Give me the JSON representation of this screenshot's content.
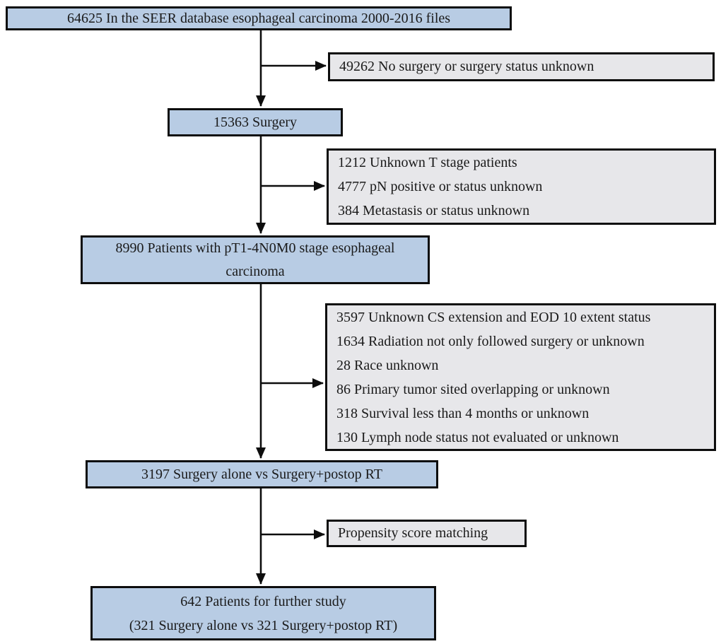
{
  "colors": {
    "box_blue": "#b8cce4",
    "box_gray": "#e7e7ea",
    "border": "#0d0d0d",
    "arrow": "#0d0d0d",
    "text": "#1a1a1a"
  },
  "flowchart": {
    "type": "patient-selection-flow-diagram",
    "boxes": {
      "seer": {
        "lines": [
          "64625 In the SEER database esophageal carcinoma 2000-2016 files"
        ]
      },
      "no_surgery": {
        "lines": [
          "49262 No surgery or surgery status unknown"
        ]
      },
      "surgery": {
        "lines": [
          "15363 Surgery"
        ]
      },
      "excl_stage": {
        "lines": [
          "1212 Unknown T stage patients",
          "4777 pN positive or status unknown",
          "384 Metastasis or status unknown"
        ]
      },
      "pt14n0m0": {
        "lines": [
          "8990 Patients with pT1-4N0M0 stage esophageal",
          "carcinoma"
        ]
      },
      "excl_other": {
        "lines": [
          "3597 Unknown CS extension and EOD 10 extent status",
          "1634 Radiation not only followed surgery or unknown",
          "28 Race unknown",
          "86 Primary tumor sited overlapping or unknown",
          "318 Survival less than 4 months or unknown",
          "130 Lymph node status not evaluated or unknown"
        ]
      },
      "comparison": {
        "lines": [
          "3197 Surgery alone vs Surgery+postop RT"
        ]
      },
      "propensity": {
        "lines": [
          "Propensity score matching"
        ]
      },
      "final": {
        "lines": [
          "642 Patients for further study",
          "(321 Surgery alone vs 321 Surgery+postop RT)"
        ]
      }
    }
  }
}
